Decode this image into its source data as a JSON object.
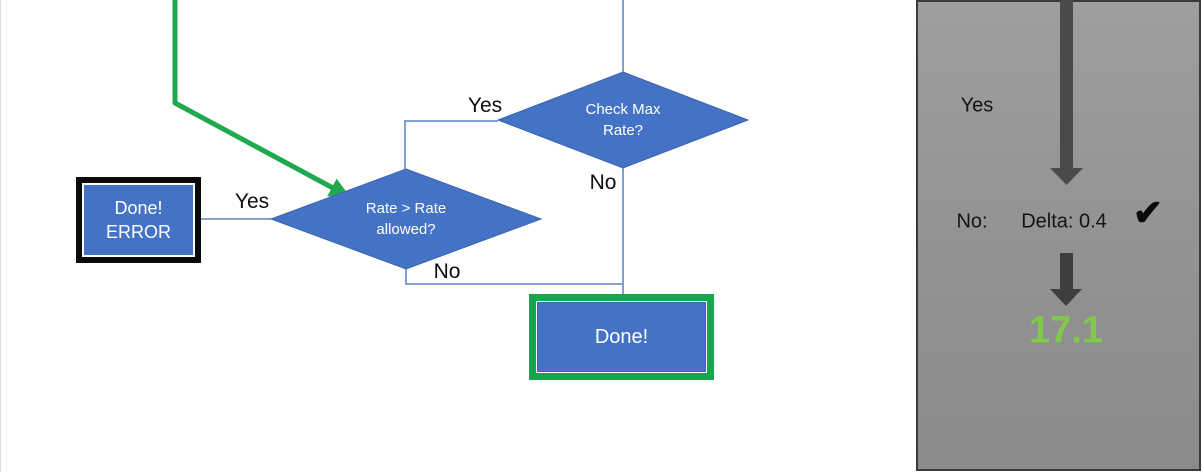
{
  "flowchart": {
    "decisions": {
      "check_max": {
        "line1": "Check Max",
        "line2": "Rate?",
        "yes": "Yes",
        "no": "No"
      },
      "rate_allowed": {
        "line1": "Rate > Rate",
        "line2": "allowed?",
        "yes": "Yes",
        "no": "No"
      }
    },
    "boxes": {
      "done_error": {
        "line1": "Done!",
        "line2": "ERROR"
      },
      "done": {
        "label": "Done!"
      }
    },
    "colors": {
      "shape_fill": "#4472C4",
      "shape_stroke": "#3c66ae",
      "connector_blue": "#7495cd",
      "highlight_green": "#1EA94F",
      "done_frame_green": "#17A64E",
      "error_frame_black": "#0b0b0b"
    }
  },
  "side_panel": {
    "yes_label": "Yes",
    "no_label": "No:",
    "delta_text": "Delta: 0.4",
    "check_glyph": "✔",
    "result_value": "17.1",
    "colors": {
      "background_gray": "#949494",
      "arrow_gray": "#4a4a4a",
      "result_green": "#7FC94B"
    }
  }
}
